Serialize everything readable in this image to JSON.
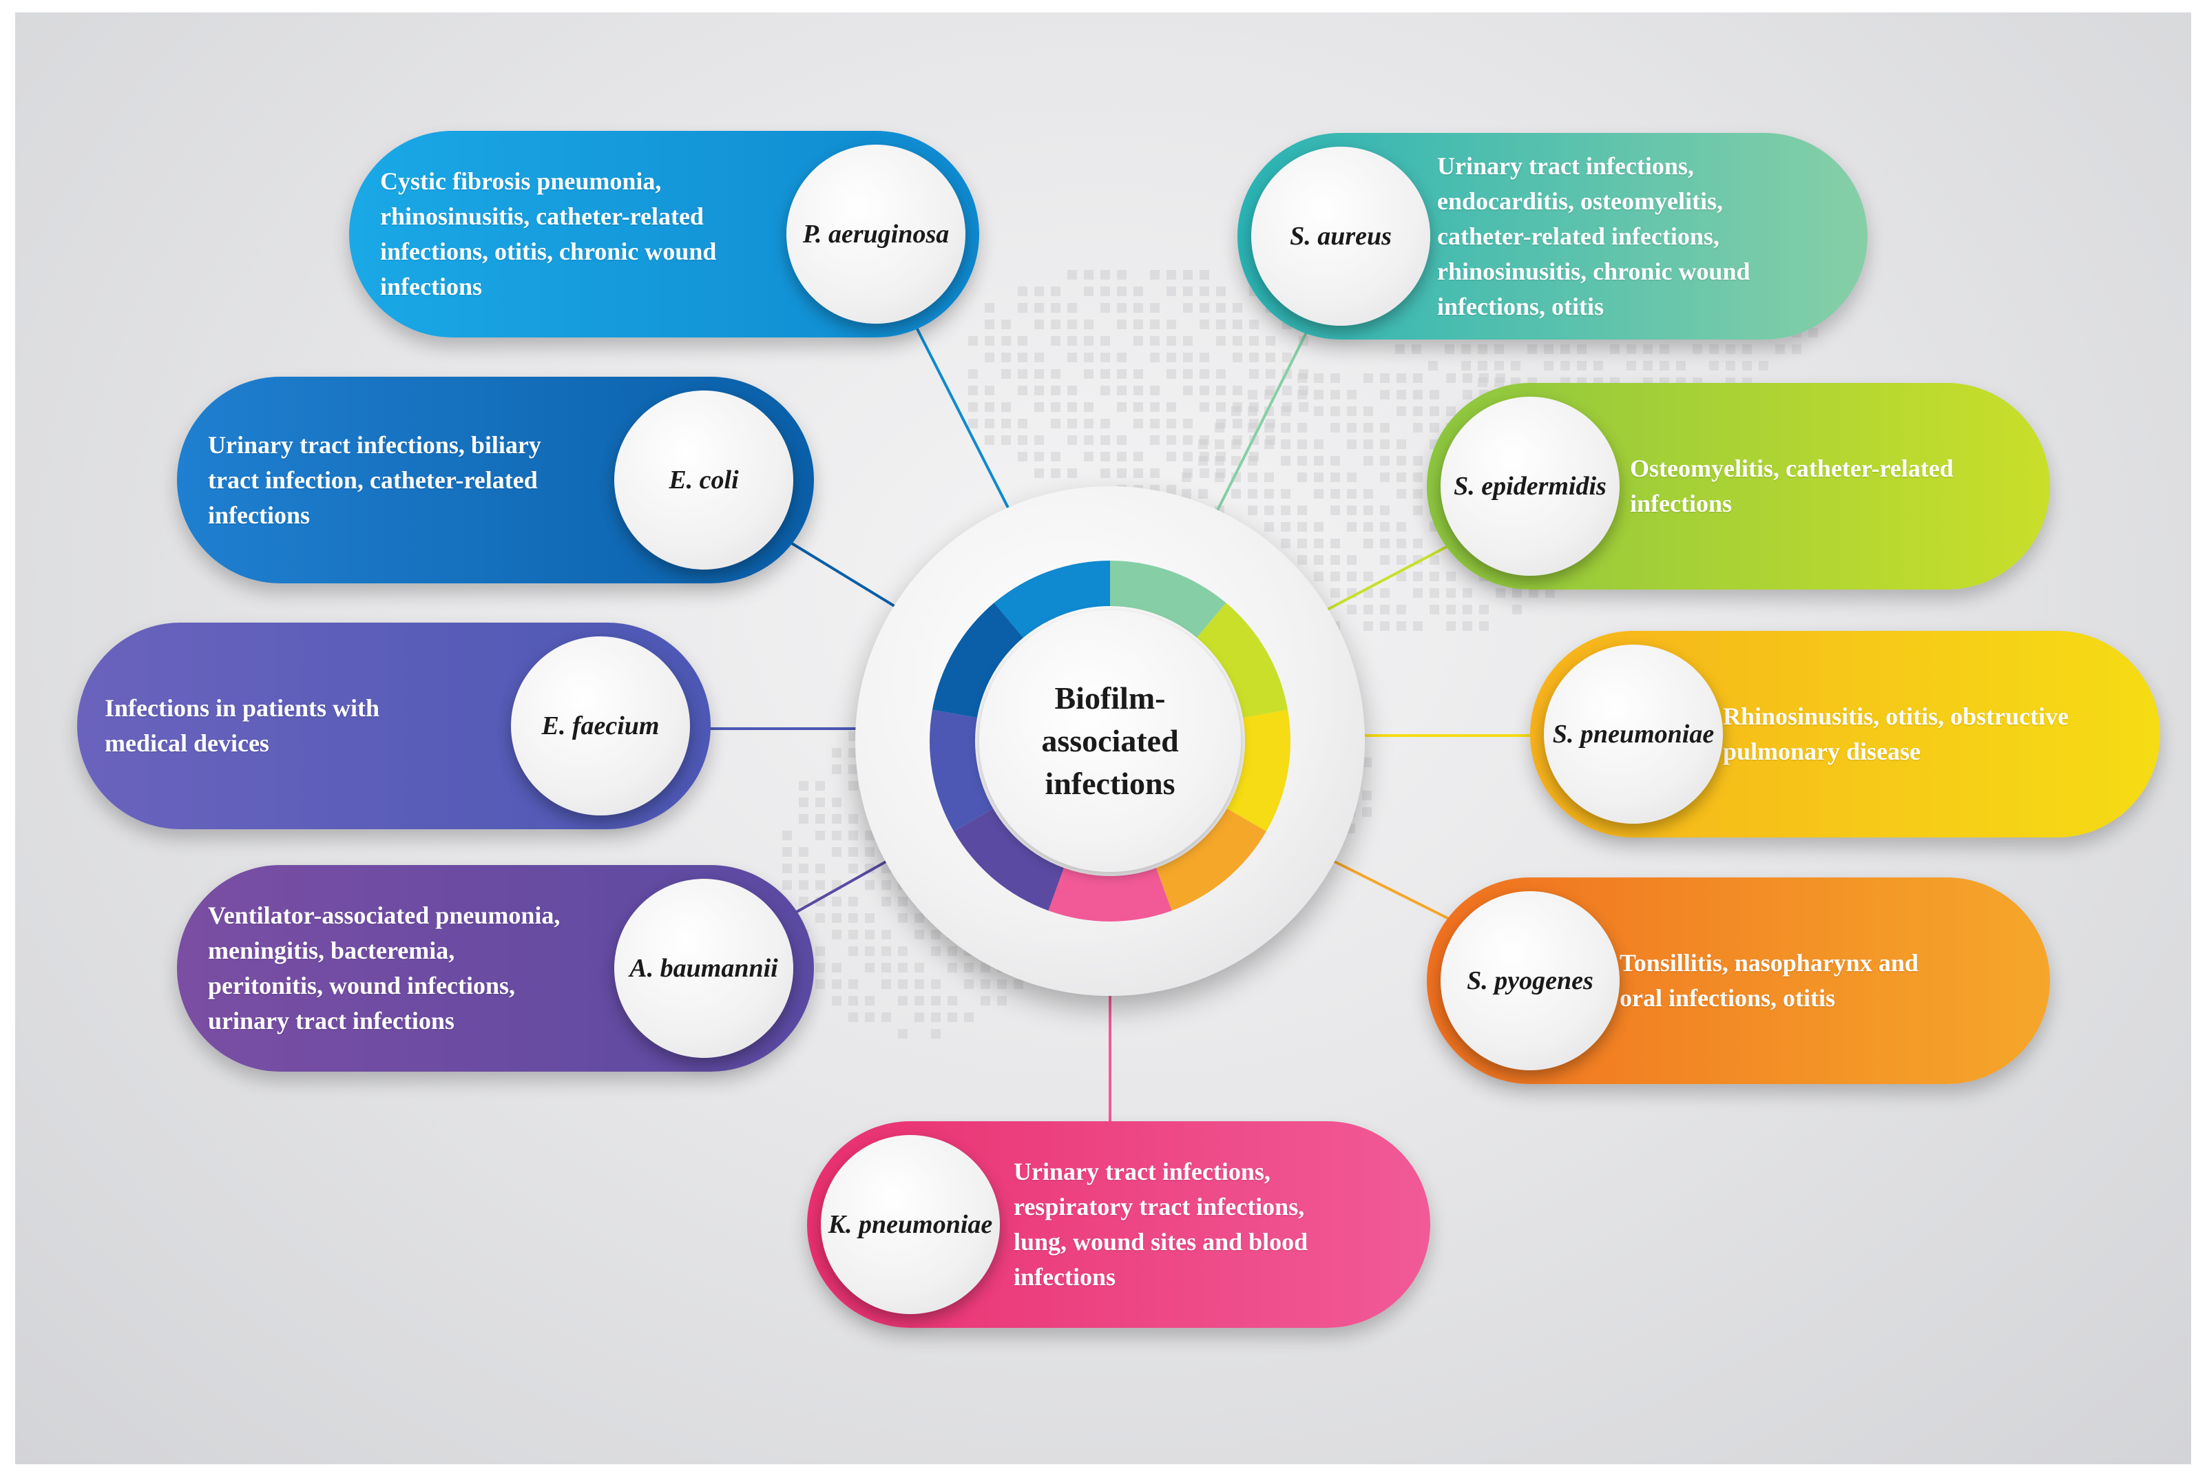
{
  "hub": {
    "title": "Biofilm-associated infections"
  },
  "colors": {
    "p_aeruginosa": [
      "#1aa8e6",
      "#0f89cf"
    ],
    "e_coli": [
      "#1f7fd0",
      "#0a5fa8"
    ],
    "e_faecium": [
      "#6a63bd",
      "#4c58b4"
    ],
    "a_baumannii": [
      "#7a4ea3",
      "#5a4aa2"
    ],
    "k_pneumoniae": [
      "#e9306f",
      "#f15a97"
    ],
    "s_pyogenes": [
      "#f07020",
      "#f5a72a"
    ],
    "s_pneumoniae": [
      "#f7b21c",
      "#f5dc14"
    ],
    "s_epidermidis": [
      "#8cc63f",
      "#c9df2a"
    ],
    "s_aureus": [
      "#2ab3b5",
      "#86cfa6"
    ]
  },
  "nodes": {
    "p_aeruginosa": {
      "organism": "P. aeruginosa",
      "lines": [
        "Cystic fibrosis pneumonia,",
        "rhinosinusitis, catheter-related",
        "infections, otitis, chronic wound",
        "infections"
      ]
    },
    "e_coli": {
      "organism": "E. coli",
      "lines": [
        "Urinary tract infections, biliary",
        "tract infection, catheter-related",
        "infections"
      ]
    },
    "e_faecium": {
      "organism": "E. faecium",
      "lines": [
        "Infections in patients with",
        "medical devices"
      ]
    },
    "a_baumannii": {
      "organism": "A. baumannii",
      "lines": [
        "Ventilator-associated pneumonia,",
        "meningitis, bacteremia,",
        "peritonitis, wound infections,",
        "urinary tract infections"
      ]
    },
    "k_pneumoniae": {
      "organism": "K. pneumoniae",
      "lines": [
        "Urinary tract infections,",
        "respiratory tract infections,",
        "lung, wound sites and blood",
        "infections"
      ]
    },
    "s_pyogenes": {
      "organism": "S. pyogenes",
      "lines": [
        "Tonsillitis, nasopharynx and",
        "oral infections, otitis"
      ]
    },
    "s_pneumoniae": {
      "organism": "S. pneumoniae",
      "lines": [
        "Rhinosinusitis, otitis, obstructive",
        "pulmonary disease"
      ]
    },
    "s_epidermidis": {
      "organism": "S. epidermidis",
      "lines": [
        "Osteomyelitis, catheter-related",
        "infections"
      ]
    },
    "s_aureus": {
      "organism": "S. aureus",
      "lines": [
        "Urinary tract infections,",
        "endocarditis, osteomyelitis,",
        "catheter-related infections,",
        "rhinosinusitis, chronic wound",
        "infections, otitis"
      ]
    }
  }
}
